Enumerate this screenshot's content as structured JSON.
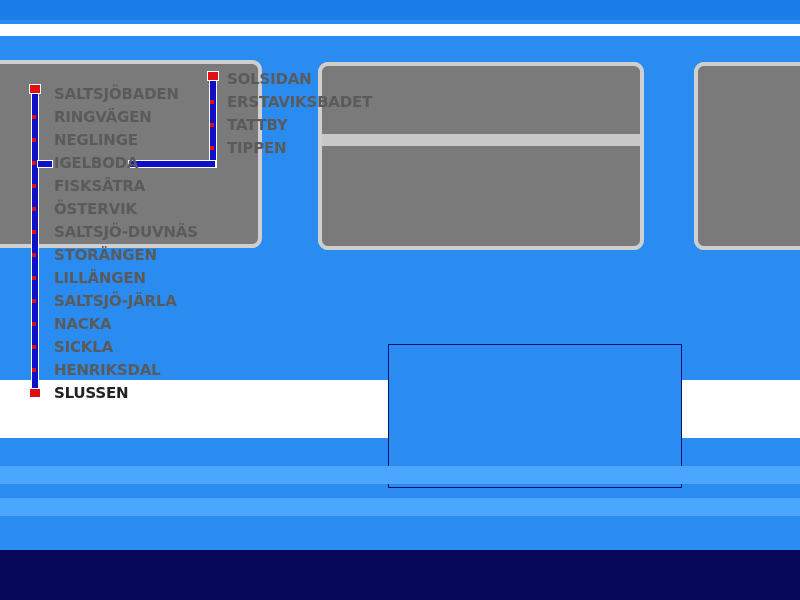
{
  "colors": {
    "train_body": "#2a8cf0",
    "navy": "#07085a",
    "window": "#7a7a7a",
    "line": "#1010c8",
    "stop": "#e01010",
    "station_text": "#5a5a5a",
    "current_station_text": "#222222"
  },
  "route": {
    "main_line": [
      "SALTSJÖBADEN",
      "RINGVÄGEN",
      "NEGLINGE",
      "IGELBODA",
      "FISKSÄTRA",
      "ÖSTERVIK",
      "SALTSJÖ-DUVNÄS",
      "STORÄNGEN",
      "LILLÄNGEN",
      "SALTSJÖ-JÄRLA",
      "NACKA",
      "SICKLA",
      "HENRIKSDAL",
      "SLUSSEN"
    ],
    "branch_line": [
      "SOLSIDAN",
      "ERSTAVIKSBADET",
      "TATTBY",
      "TIPPEN"
    ],
    "current_station": "SLUSSEN"
  }
}
